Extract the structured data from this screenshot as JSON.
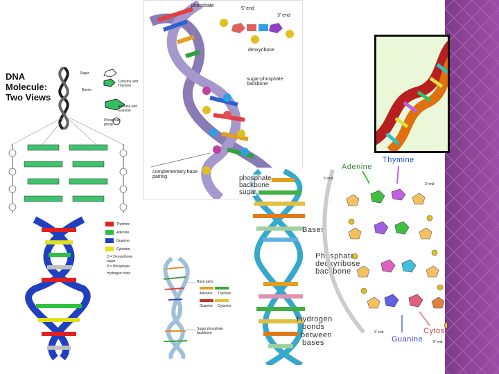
{
  "panel_top_left": {
    "title": "DNA Molecule: Two Views",
    "legend": {
      "sugar": "Sugar",
      "cytosine_thymine": "Cytosine and Thymine",
      "bases": "Bases",
      "adenine_guanine": "Adenine and Guanine",
      "phosphate_group": "Phosphate group"
    }
  },
  "panel_top_center": {
    "labels": {
      "phosphate": "phosphate",
      "five_end": "5' end",
      "three_end": "3' end",
      "deoxyribose": "deoxyribose",
      "sugar_phosphate_backbone": "sugar-phosphate backbone",
      "complementary_base_pairing": "complementary base pairing"
    }
  },
  "panel_bottom_left": {
    "legend": {
      "thymine": "Thymine",
      "adenine": "Adenine",
      "guanine": "Guanine",
      "cytosine": "Cytosine",
      "deoxyribose_sugar": "D = Deoxyribose sugar",
      "phosphate": "P = Phosphate",
      "hydrogen_bond": "Hydrogen bond"
    }
  },
  "panel_bottom_center_small": {
    "labels": {
      "base_pairs": "Base pairs",
      "adenine": "Adenine",
      "thymine": "Thymine",
      "guanine": "Guanine",
      "cytosine": "Cytosine",
      "sugar_phosphate_backbone": "Sugar phosphate backbone"
    }
  },
  "panel_big_helix": {
    "labels": {
      "phosphate_backbone_line1": "phosphate",
      "phosphate_backbone_line2": "backbone",
      "sugar": "sugar",
      "bases": "Bases",
      "phosphate_deoxyribose_backbone_line1": "Phosphate",
      "phosphate_deoxyribose_backbone_line2": "deoxyribose",
      "phosphate_deoxyribose_backbone_line3": "backbone",
      "hydrogen_bonds_line1": "Hydrogen",
      "hydrogen_bonds_line2": "bonds",
      "hydrogen_bonds_line3": "between",
      "hydrogen_bonds_line4": "bases"
    }
  },
  "panel_chem": {
    "labels": {
      "adenine": "Adenine",
      "thymine": "Thymine",
      "guanine": "Guanine",
      "cytosine": "Cytosine",
      "five_end_top": "5' end",
      "three_end_top": "3' end",
      "three_end_bottom": "3' end",
      "five_end_bottom": "5' end"
    },
    "colors": {
      "adenine": "#2e8b2e",
      "thymine": "#1e50c8",
      "guanine": "#3c3cd0",
      "cytosine": "#c83c3c"
    }
  },
  "colors": {
    "accent_band": "#8e4497",
    "strand_teal": "#3aa6c8",
    "strand_orange": "#e07a1a"
  }
}
